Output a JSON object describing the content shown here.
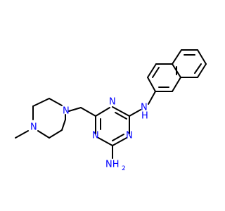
{
  "molecule": {
    "atom_color_nitrogen": "#0000ff",
    "bond_color": "#000000",
    "background": "#ffffff",
    "labels": {
      "n_amine_link": "N",
      "h_amine_link": "H",
      "n_triazine_1": "N",
      "n_triazine_2": "N",
      "n_triazine_3": "N",
      "nh2_amine": "NH",
      "nh2_sub": "2",
      "n_piperazine_1": "N",
      "n_piperazine_2": "N"
    }
  }
}
